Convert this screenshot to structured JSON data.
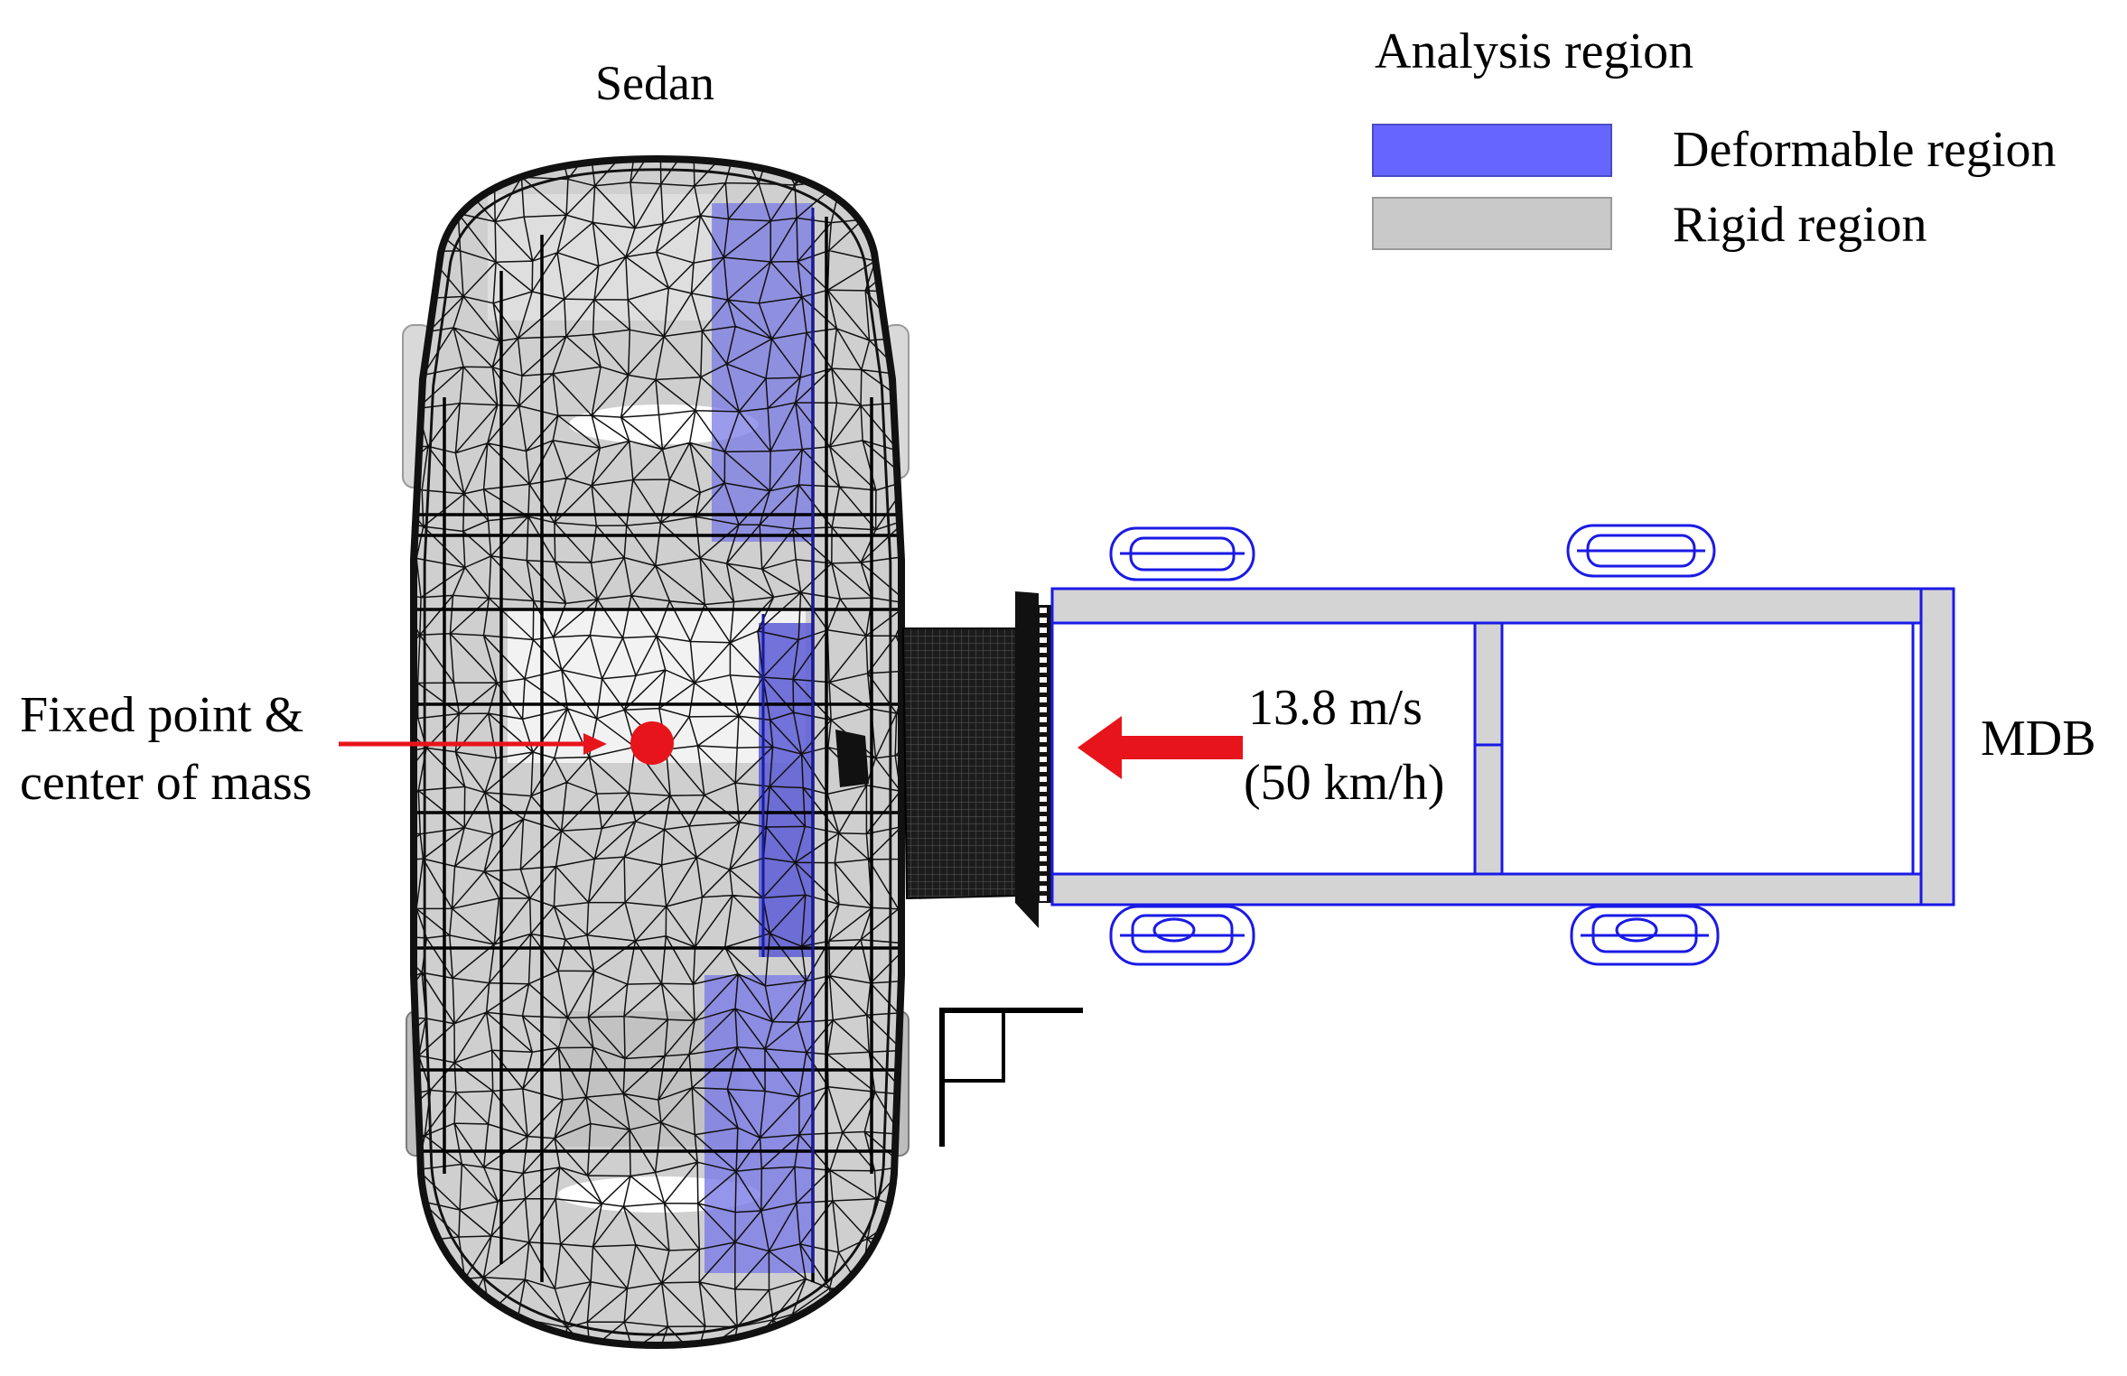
{
  "sedan_label": "Sedan",
  "legend": {
    "title": "Analysis region",
    "items": [
      {
        "label": "Deformable region",
        "color": "#6666ff"
      },
      {
        "label": "Rigid region",
        "color": "#c9c9c9"
      }
    ]
  },
  "annotations": {
    "fixed_point_line1": "Fixed point &",
    "fixed_point_line2": "center of mass",
    "velocity_line1": "13.8 m/s",
    "velocity_line2": "(50 km/h)",
    "mdb_label": "MDB"
  },
  "colors": {
    "arrow": "#e8141b",
    "mdb_outline": "#1a1ae6",
    "deformable_overlay": "#7a7ae6",
    "mesh": "#111111"
  }
}
